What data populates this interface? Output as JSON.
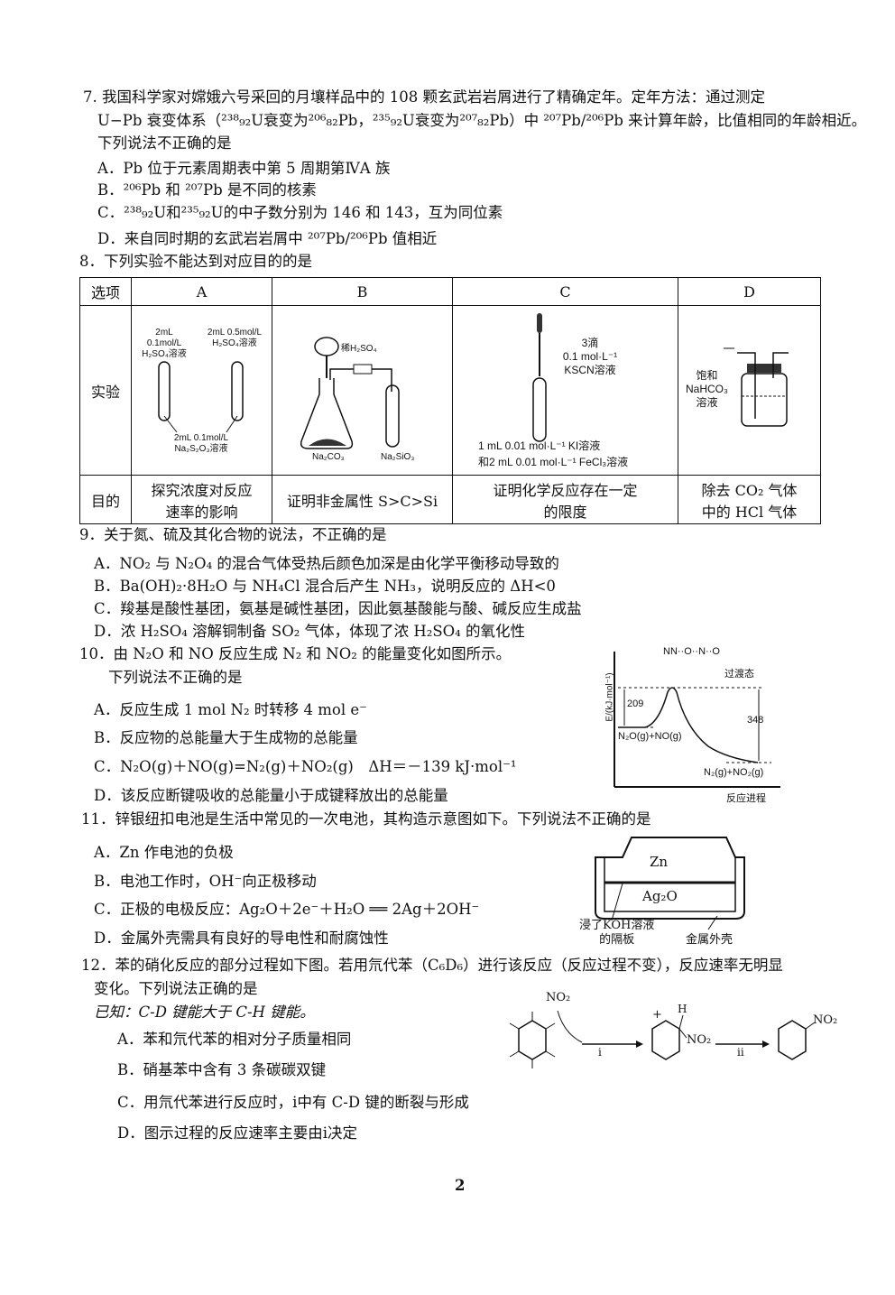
{
  "q7": {
    "stem": [
      "7. 我国科学家对嫦娥六号采回的月壤样品中的 108 颗玄武岩岩屑进行了精确定年。定年方法：通过测定",
      "U−Pb 衰变体系（²³⁸₉₂U衰变为²⁰⁶₈₂Pb，²³⁵₉₂U衰变为²⁰⁷₈₂Pb）中 ²⁰⁷Pb/²⁰⁶Pb 来计算年龄，比值相同的年龄相近。",
      "下列说法不正确的是"
    ],
    "options": [
      "A．Pb 位于元素周期表中第 5 周期第ⅣA 族",
      "B．²⁰⁶Pb 和 ²⁰⁷Pb 是不同的核素",
      "C．²³⁸₉₂U和²³⁵₉₂U的中子数分别为 146 和 143，互为同位素",
      "D．来自同时期的玄武岩岩屑中 ²⁰⁷Pb/²⁰⁶Pb 值相近"
    ]
  },
  "q8": {
    "stem": "8．下列实验不能达到对应目的的是",
    "headers": [
      "选项",
      "A",
      "B",
      "C",
      "D"
    ],
    "row_labels": [
      "实验",
      "目的"
    ],
    "exp_labels": {
      "a": [
        "2mL 0.1mol/L H₂SO₄溶液",
        "2mL 0.5mol/L H₂SO₄溶液",
        "2mL 0.1mol/L Na₂S₂O₃溶液"
      ],
      "b": [
        "稀H₂SO₄",
        "Na₂CO₃",
        "Na₂SiO₃"
      ],
      "c": [
        "3滴",
        "0.1 mol·L⁻¹",
        "KSCN溶液",
        "1 mL 0.01 mol·L⁻¹ KI溶液",
        "和2 mL 0.01 mol·L⁻¹ FeCl₃溶液"
      ],
      "d": [
        "饱和",
        "NaHCO₃",
        "溶液"
      ]
    },
    "purposes": [
      [
        "探究浓度对反应",
        "速率的影响"
      ],
      [
        "证明非金属性 S>C>Si"
      ],
      [
        "证明化学反应存在一定",
        "的限度"
      ],
      [
        "除去 CO₂ 气体",
        "中的 HCl 气体"
      ]
    ]
  },
  "q9": {
    "stem": "9．关于氮、硫及其化合物的说法，不正确的是",
    "options": [
      "A．NO₂ 与 N₂O₄ 的混合气体受热后颜色加深是由化学平衡移动导致的",
      "B．Ba(OH)₂·8H₂O 与 NH₄Cl 混合后产生 NH₃，说明反应的 ΔH<0",
      "C．羧基是酸性基团，氨基是碱性基团，因此氨基酸能与酸、碱反应生成盐",
      "D．浓 H₂SO₄ 溶解铜制备 SO₂ 气体，体现了浓 H₂SO₄ 的氧化性"
    ]
  },
  "q10": {
    "stem": [
      "10．由 N₂O 和 NO 反应生成 N₂ 和 NO₂ 的能量变化如图所示。",
      "下列说法不正确的是"
    ],
    "options": [
      "A．反应生成 1 mol N₂ 时转移 4 mol e⁻",
      "B．反应物的总能量大于生成物的总能量",
      "C．N₂O(g)＋NO(g)=N₂(g)＋NO₂(g)　ΔH＝－139 kJ·mol⁻¹",
      "D．该反应断键吸收的总能量小于成键释放出的总能量"
    ],
    "diagram": {
      "ylabel": "E/(kJ·mol⁻¹)",
      "xlabel": "反应进程",
      "ts_label": "NN··O··N··O",
      "ts_name": "过渡态",
      "ea": "209",
      "e_rev": "348",
      "reactants": "N₂O(g)+NO(g)",
      "products": "N₂(g)+NO₂(g)"
    }
  },
  "q11": {
    "stem": "11．锌银纽扣电池是生活中常见的一次电池，其构造示意图如下。下列说法不正确的是",
    "options": [
      "A．Zn 作电池的负极",
      "B．电池工作时，OH⁻向正极移动",
      "C．正极的电极反应：Ag₂O＋2e⁻＋H₂O ══ 2Ag＋2OH⁻",
      "D．金属外壳需具有良好的导电性和耐腐蚀性"
    ],
    "diagram": {
      "top": "Zn",
      "bottom": "Ag₂O",
      "sep_label": [
        "浸了KOH溶液",
        "的隔板"
      ],
      "shell_label": "金属外壳"
    }
  },
  "q12": {
    "stem": [
      "12．苯的硝化反应的部分过程如下图。若用氘代苯（C₆D₆）进行该反应（反应过程不变），反应速率无明显",
      "变化。下列说法正确的是"
    ],
    "known": "已知：C-D 键能大于 C-H 键能。",
    "options": [
      "A．苯和氘代苯的相对分子质量相同",
      "B．硝基苯中含有 3 条碳碳双键",
      "C．用氘代苯进行反应时，i中有 C-D 键的断裂与形成",
      "D．图示过程的反应速率主要由i决定"
    ],
    "diagram": {
      "no2": "NO₂",
      "step1": "i",
      "step2": "ii",
      "h": "H",
      "plus": "+"
    }
  },
  "page_number": "2"
}
